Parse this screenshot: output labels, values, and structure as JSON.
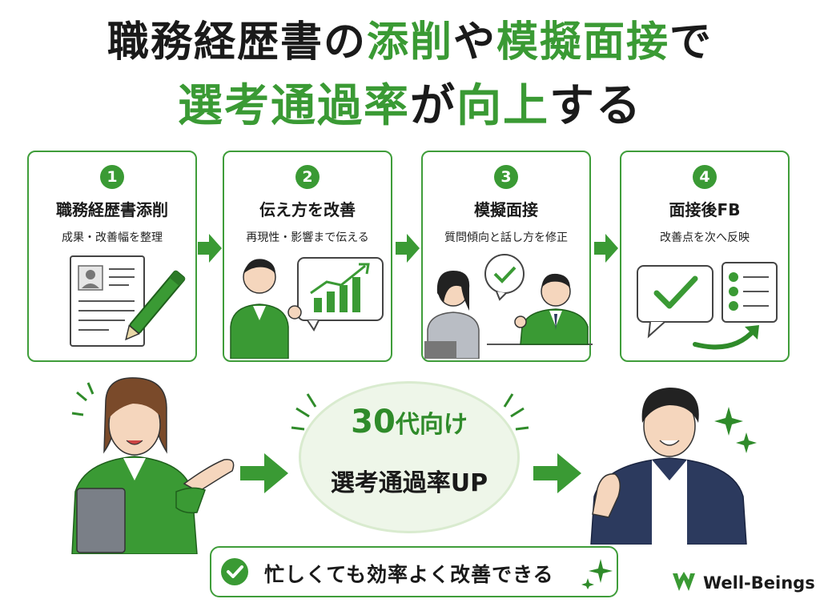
{
  "headline": {
    "line1": [
      {
        "text": "職務経歴書の",
        "color": "#1a1a1a"
      },
      {
        "text": "添削",
        "color": "#3a9a34"
      },
      {
        "text": "や",
        "color": "#1a1a1a"
      },
      {
        "text": "模擬面接",
        "color": "#3a9a34"
      },
      {
        "text": "で",
        "color": "#1a1a1a"
      }
    ],
    "line2": [
      {
        "text": "選考通過率",
        "color": "#3a9a34"
      },
      {
        "text": "が",
        "color": "#1a1a1a"
      },
      {
        "text": "向上",
        "color": "#3a9a34"
      },
      {
        "text": "する",
        "color": "#1a1a1a"
      }
    ]
  },
  "steps": [
    {
      "number": "1",
      "title": "職務経歴書添削",
      "subtitle": "成果・改善幅を整理",
      "icon": "resume-with-pen-icon"
    },
    {
      "number": "2",
      "title": "伝え方を改善",
      "subtitle": "再現性・影響まで伝える",
      "icon": "presenter-with-chart-icon"
    },
    {
      "number": "3",
      "title": "模擬面接",
      "subtitle": "質問傾向と話し方を修正",
      "icon": "interview-icon"
    },
    {
      "number": "4",
      "title": "面接後FB",
      "subtitle": "改善点を次へ反映",
      "icon": "checklist-feedback-icon"
    }
  ],
  "hero": {
    "big_number": "30",
    "big_suffix": "代向け",
    "subtitle": "選考通過率UP"
  },
  "bottom_banner": {
    "text": "忙しくても効率よく改善できる",
    "icon": "check-circle-icon"
  },
  "brand": {
    "name": "Well-Beings",
    "icon": "wb-logo-icon"
  },
  "colors": {
    "accent": "#3a9a34",
    "accent_light": "#eef6e9",
    "navy": "#2c3a5e",
    "text": "#1a1a1a"
  }
}
